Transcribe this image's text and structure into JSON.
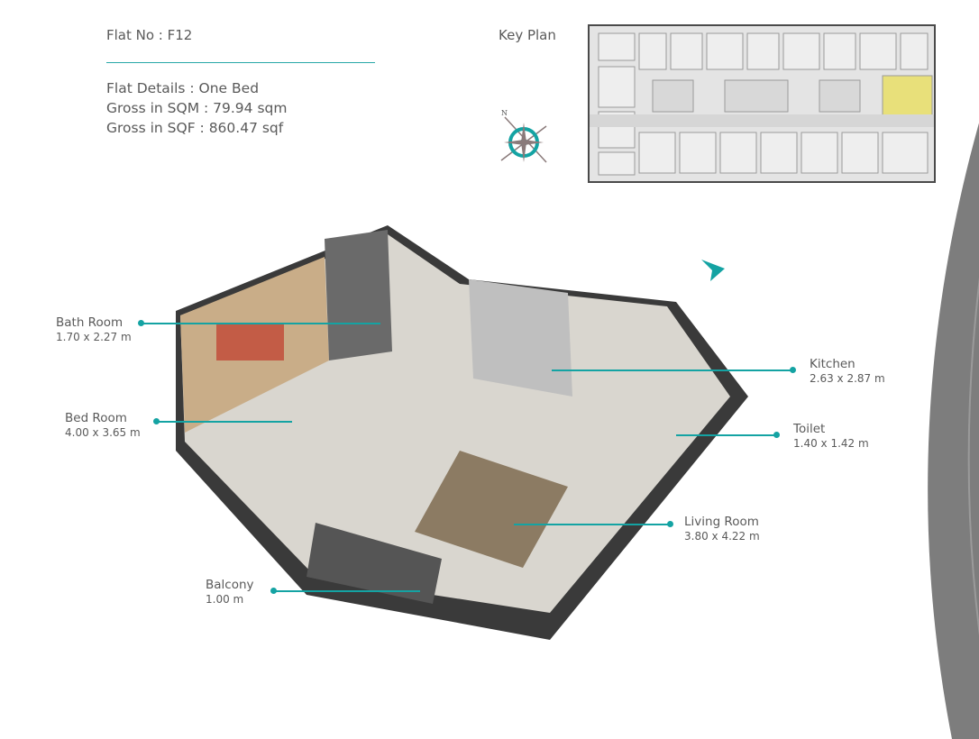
{
  "header": {
    "flat_no": "Flat No : F12",
    "details": [
      "Flat Details : One Bed",
      "Gross in SQM : 79.94 sqm",
      "Gross in SQF : 860.47 sqf"
    ]
  },
  "key_plan": {
    "title": "Key Plan",
    "compass_label": "N",
    "highlight_color": "#e8e07a"
  },
  "rooms": [
    {
      "name": "Bath Room",
      "size": "1.70 x 2.27 m"
    },
    {
      "name": "Bed Room",
      "size": "4.00 x 3.65 m"
    },
    {
      "name": "Kitchen",
      "size": "2.63 x 2.87 m"
    },
    {
      "name": "Toilet",
      "size": "1.40 x 1.42 m"
    },
    {
      "name": "Living Room",
      "size": "3.80 x 4.22 m"
    },
    {
      "name": "Balcony",
      "size": "1.00 m"
    }
  ],
  "colors": {
    "accent": "#14a3a3",
    "text": "#5a5a5a",
    "swoosh": "#7a7a7a"
  }
}
